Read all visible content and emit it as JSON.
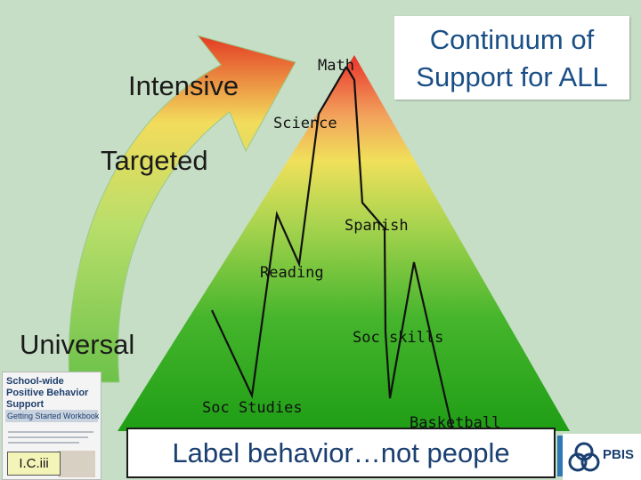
{
  "title": {
    "line1": "Continuum of",
    "line2": "Support for ALL"
  },
  "tiers": {
    "intensive": "Intensive",
    "targeted": "Targeted",
    "universal": "Universal"
  },
  "subjects": {
    "math": "Math",
    "science": "Science",
    "spanish": "Spanish",
    "reading": "Reading",
    "soc_skills": "Soc skills",
    "soc_studies": "Soc Studies",
    "basketball": "Basketball"
  },
  "banner": "Label behavior…not people",
  "badge": "I.C.iii",
  "workbook": {
    "title": "School-wide Positive Behavior Support",
    "subtitle": "Getting Started Workbook"
  },
  "logo": {
    "text": "PBIS"
  },
  "colors": {
    "red": "#e8322a",
    "yellow": "#f0e05a",
    "green": "#1fa319",
    "title_text": "#1a4f86",
    "background": "#c6dec6"
  }
}
